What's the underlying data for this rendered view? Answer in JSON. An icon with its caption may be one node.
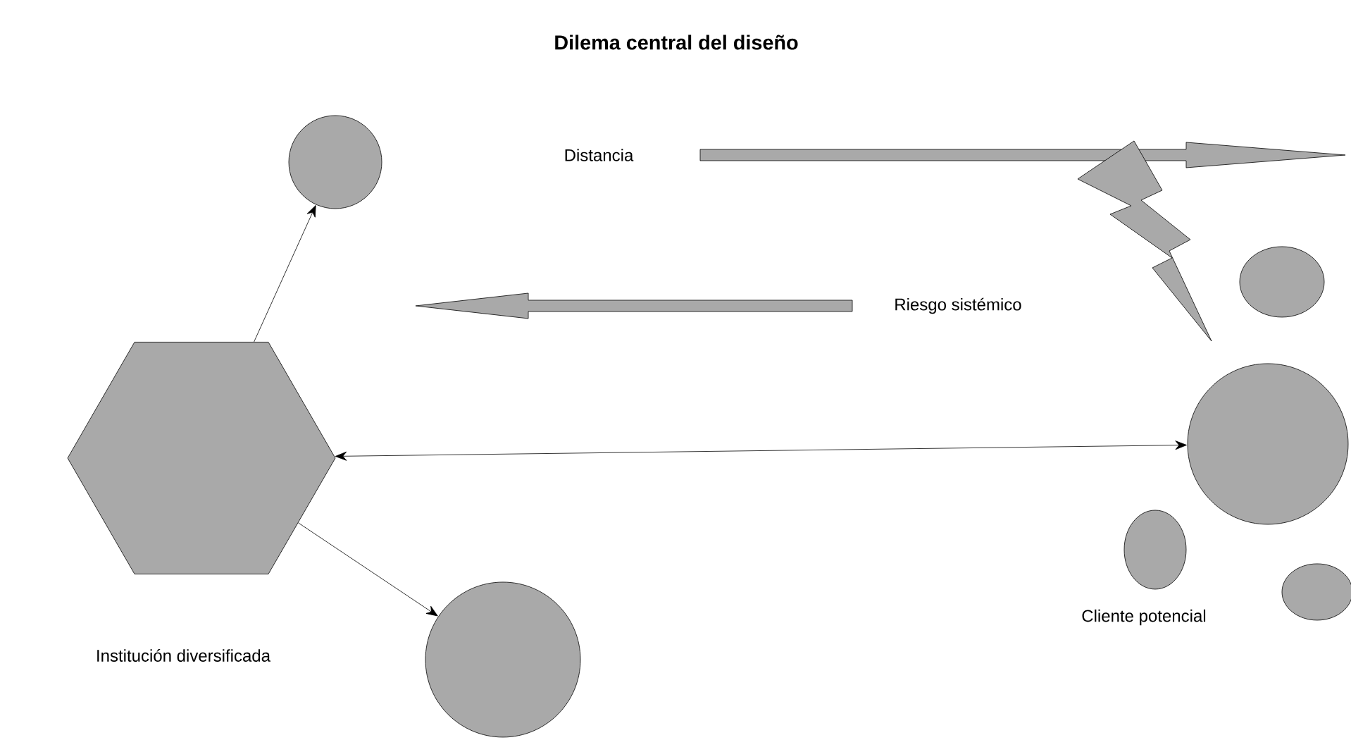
{
  "diagram": {
    "title": "Dilema central del diseño",
    "nodes": [
      {
        "text": [],
        "shape": "hexagon"
      },
      {
        "text": [],
        "shape": "circle"
      },
      {
        "text": [],
        "shape": "circle"
      },
      {
        "text": [],
        "shape": "circle"
      },
      {
        "text": [],
        "shape": "circle"
      },
      {
        "text": [],
        "shape": "circle"
      },
      {
        "text": [],
        "shape": "circle"
      }
    ],
    "edges": [
      {
        "from": 0,
        "to": 1,
        "arrow": "to"
      },
      {
        "from": 0,
        "to": 2,
        "arrow": "to"
      },
      {
        "from": 0,
        "to": 3,
        "arrow": "both"
      }
    ],
    "labels": [
      "Distancia",
      "Riesgo sistémico",
      "Cliente potencial",
      "Institución diversificada"
    ]
  }
}
